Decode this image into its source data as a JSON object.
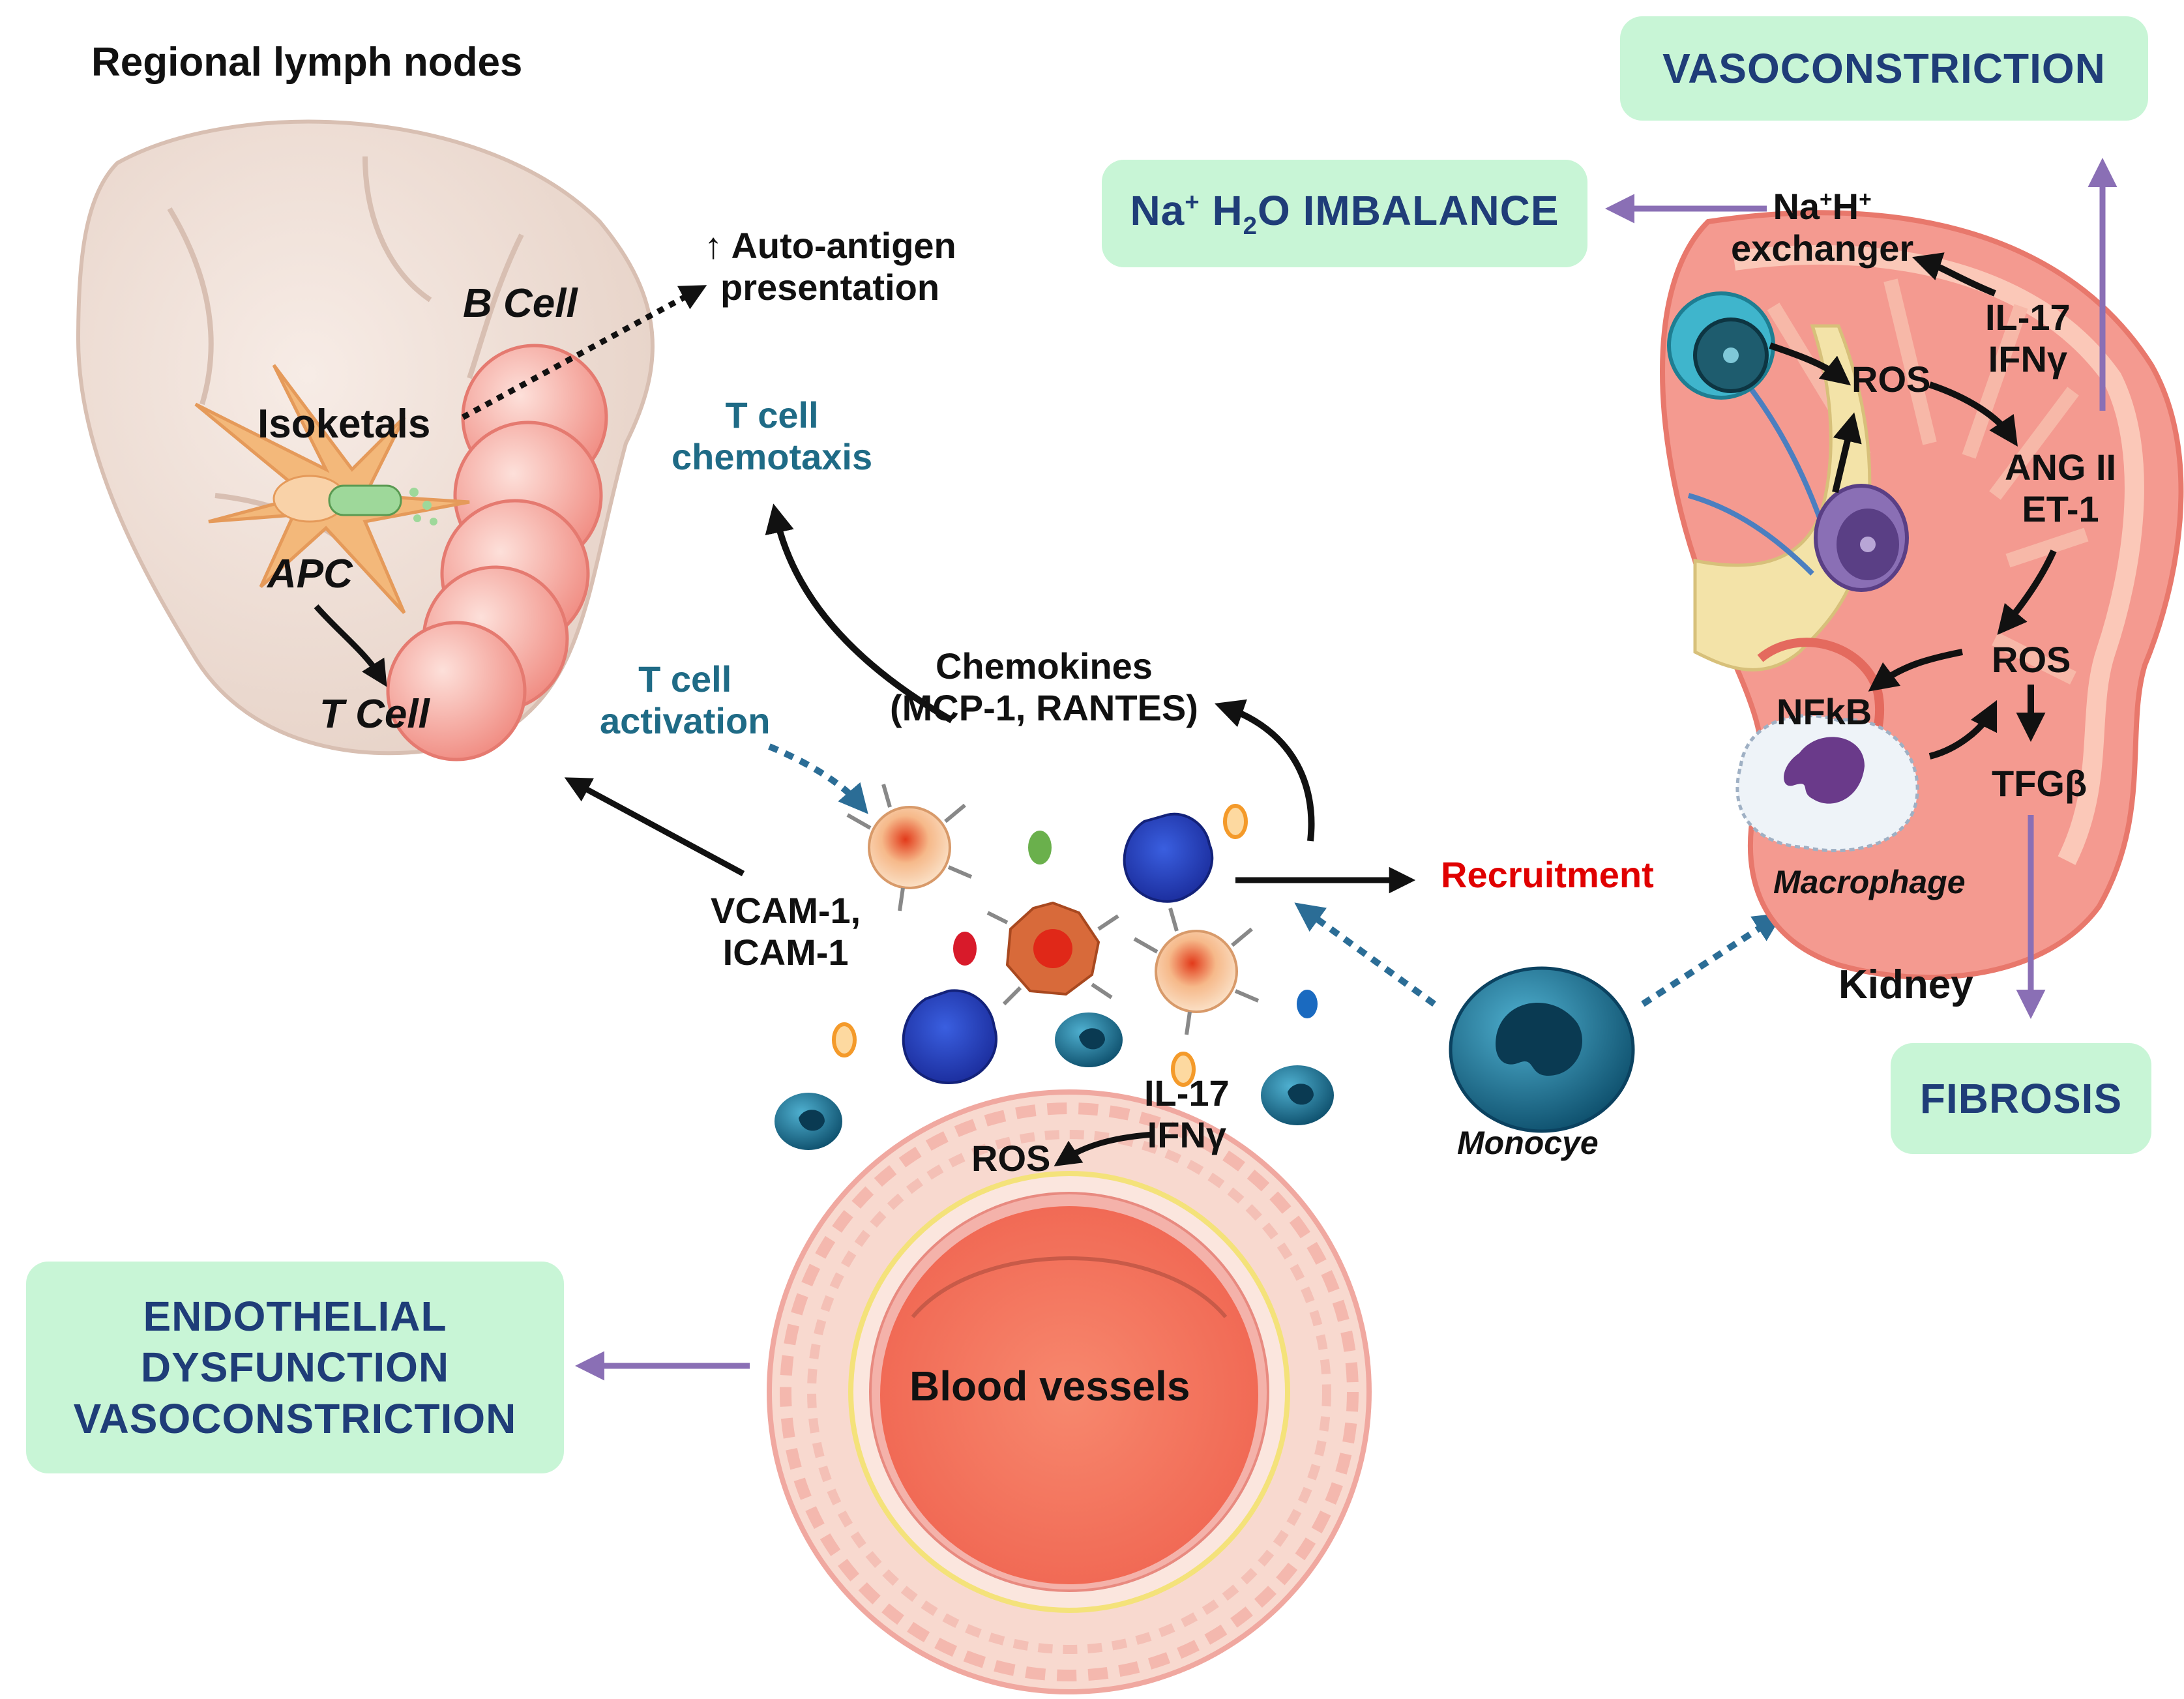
{
  "nodes": {
    "lymph_title": "Regional lymph nodes",
    "b_cell": "B Cell",
    "isoketals": "Isoketals",
    "apc": "APC",
    "t_cell": "T Cell",
    "auto_antigen": [
      "↑ Auto-antigen",
      "presentation"
    ],
    "t_cell_chemotaxis": [
      "T cell",
      "chemotaxis"
    ],
    "t_cell_activation": [
      "T cell",
      "activation"
    ],
    "chemokines": [
      "Chemokines",
      "(MCP-1, RANTES)"
    ],
    "vcam": [
      "VCAM-1,",
      "ICAM-1"
    ],
    "recruitment": "Recruitment",
    "monocyte": "Monocye",
    "il17_vessel": [
      "IL-17",
      "IFNγ"
    ],
    "ros_vessel": "ROS",
    "blood_vessels": "Blood vessels",
    "na_h_exchanger": {
      "na": "Na",
      "plus1": "+",
      "h": "H",
      "plus2": "+",
      "exchanger": "exchanger"
    },
    "il17_kidney": [
      "IL-17",
      "IFNγ"
    ],
    "ros_kidney_top": "ROS",
    "ang_ii": [
      "ANG II",
      "ET-1"
    ],
    "ros_kidney_bottom": "ROS",
    "nfkb": "NFkB",
    "tgfb": "TFGβ",
    "macrophage": "Macrophage",
    "kidney": "Kidney"
  },
  "outcomes": {
    "vasoconstriction": "VASOCONSTRICTION",
    "na_imbalance": {
      "na": "Na",
      "plus": "+",
      "h": "H",
      "two": "2",
      "rest": "O IMBALANCE"
    },
    "fibrosis": "FIBROSIS",
    "endothelial": [
      "ENDOTHELIAL",
      "DYSFUNCTION",
      "VASOCONSTRICTION"
    ]
  },
  "colors": {
    "box_fill": "#c8f5d6",
    "box_text": "#1f3d78",
    "outcome_arrow": "#8a6fb5",
    "teal_text": "#1f6b86",
    "recruit_text": "#e00000",
    "dotted_arrow": "#2b6d96"
  }
}
